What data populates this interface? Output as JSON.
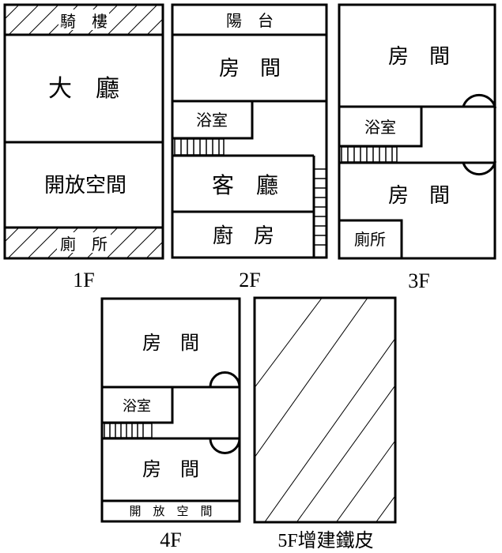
{
  "floors": {
    "f1": {
      "label": "1F",
      "rooms": {
        "arcade": "騎　樓",
        "hall": "大　廳",
        "open": "開放空間",
        "toilet": "廁　所"
      }
    },
    "f2": {
      "label": "2F",
      "rooms": {
        "balcony": "陽　台",
        "room": "房　間",
        "bath": "浴室",
        "living": "客　廳",
        "kitchen": "廚　房"
      }
    },
    "f3": {
      "label": "3F",
      "rooms": {
        "room_top": "房　間",
        "bath": "浴室",
        "room_bottom": "房　間",
        "toilet": "廁所"
      }
    },
    "f4": {
      "label": "4F",
      "rooms": {
        "room_top": "房　間",
        "bath": "浴室",
        "room_bottom": "房　間",
        "open": "開　放　空　間"
      }
    },
    "f5": {
      "label": "5F增建鐵皮"
    }
  }
}
